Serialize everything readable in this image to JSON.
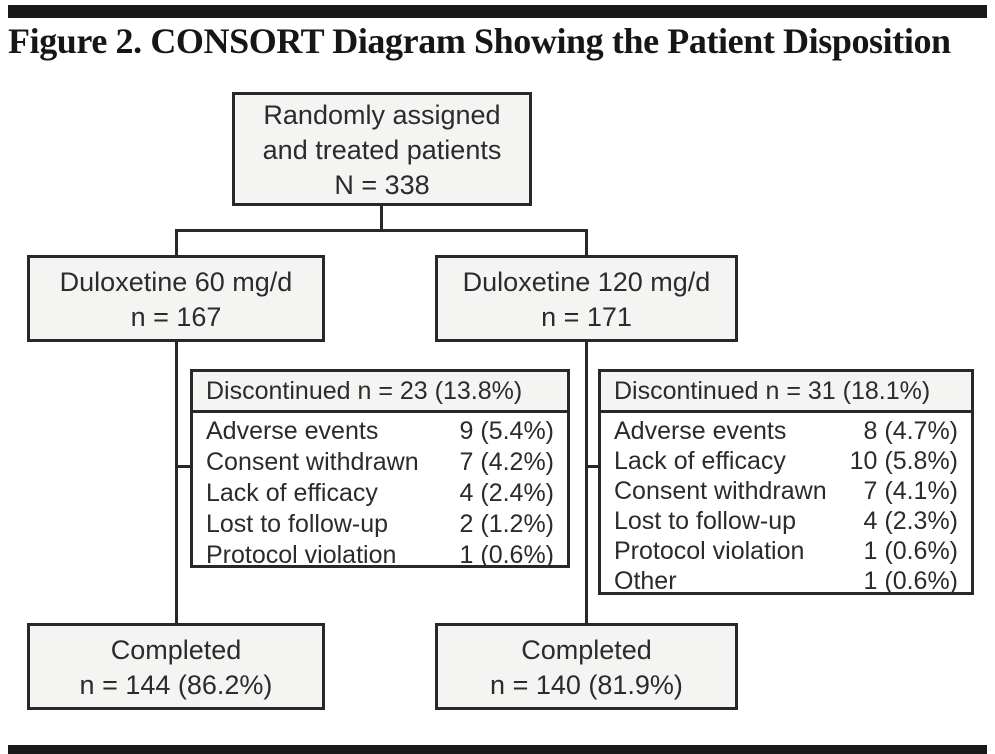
{
  "title": "Figure 2. CONSORT Diagram Showing the Patient Disposition",
  "diagram": {
    "randomized": {
      "line1": "Randomly assigned",
      "line2": "and treated patients",
      "line3": "N = 338"
    },
    "arm_left": {
      "line1": "Duloxetine 60 mg/d",
      "line2": "n = 167"
    },
    "arm_right": {
      "line1": "Duloxetine 120 mg/d",
      "line2": "n = 171"
    },
    "discontinued_left": {
      "header": "Discontinued n = 23 (13.8%)",
      "rows": [
        {
          "label": "Adverse events",
          "value": "9 (5.4%)"
        },
        {
          "label": "Consent withdrawn",
          "value": "7 (4.2%)"
        },
        {
          "label": "Lack of efficacy",
          "value": "4 (2.4%)"
        },
        {
          "label": "Lost to follow-up",
          "value": "2 (1.2%)"
        },
        {
          "label": "Protocol violation",
          "value": "1 (0.6%)"
        }
      ]
    },
    "discontinued_right": {
      "header": "Discontinued n = 31 (18.1%)",
      "rows": [
        {
          "label": "Adverse events",
          "value": "8 (4.7%)"
        },
        {
          "label": "Lack of efficacy",
          "value": "10 (5.8%)"
        },
        {
          "label": "Consent withdrawn",
          "value": "7 (4.1%)"
        },
        {
          "label": "Lost to follow-up",
          "value": "4 (2.3%)"
        },
        {
          "label": "Protocol violation",
          "value": "1 (0.6%)"
        },
        {
          "label": "Other",
          "value": "1 (0.6%)"
        }
      ]
    },
    "completed_left": {
      "line1": "Completed",
      "line2": "n = 144 (86.2%)"
    },
    "completed_right": {
      "line1": "Completed",
      "line2": "n = 140 (81.9%)"
    }
  },
  "colors": {
    "box_fill": "#f4f4f2",
    "border": "#2b2728",
    "rule_bar": "#191919",
    "text": "#2b2b2b"
  }
}
